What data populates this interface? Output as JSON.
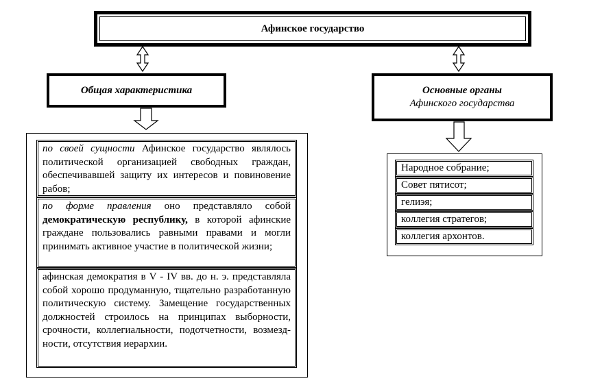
{
  "title": "Афинское государство",
  "left": {
    "heading": "Общая характеристика",
    "cells": [
      {
        "lead": "по своей сущности",
        "text": " Афинское государство являлось политической организацией свободных граждан, обеспечивавшей защиту их интересов и повиновение рабов;"
      },
      {
        "lead": "по форме правления",
        "text_before": " оно представляло собой ",
        "bold": "демократическую республику,",
        "text_after": " в которой афинские граждане пользовались равными правами и могли принимать активное участие в политической жизни;"
      },
      {
        "text": "афинская демократия в V - IV вв. до н. э. представляла собой хорошо продуманную, тщательно разработанную политическую систему. Замещение государственных должностей строилось на принципах выборности, срочности, коллегиальности, подотчетности, возмезд-ности, отсутствия иерархии."
      }
    ]
  },
  "right": {
    "heading_line1": "Основные органы",
    "heading_line2": "Афинского государства",
    "organs": [
      "Народное собрание;",
      "Совет пятисот;",
      "гелиэя;",
      "коллегия стратегов;",
      "коллегия архонтов."
    ]
  }
}
